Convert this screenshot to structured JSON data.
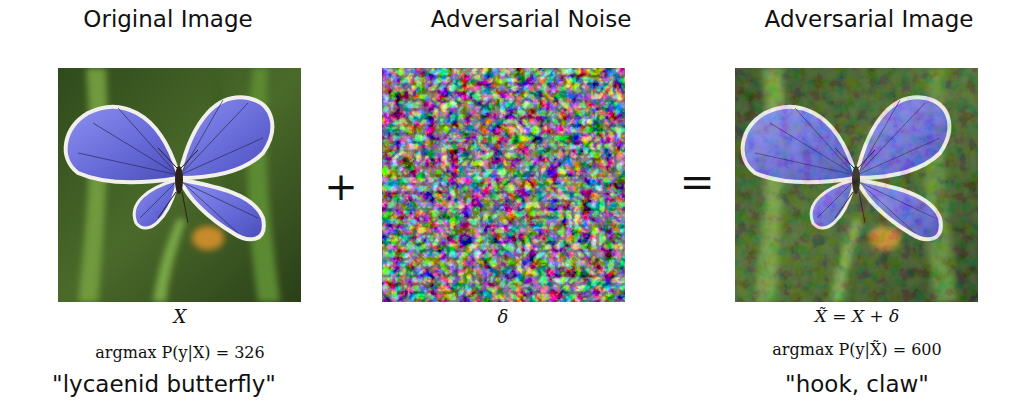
{
  "diagram": {
    "labels": [
      "Original Image",
      "Adversarial Noise",
      "Adversarial Image",
      "+",
      "=",
      "X",
      "δ",
      "X̃ = X + δ",
      "argmax P(y|X) = 326",
      "\"lycaenid butterfly\"",
      "argmax P(y|X̃) = 600",
      "\"hook, claw\""
    ]
  }
}
